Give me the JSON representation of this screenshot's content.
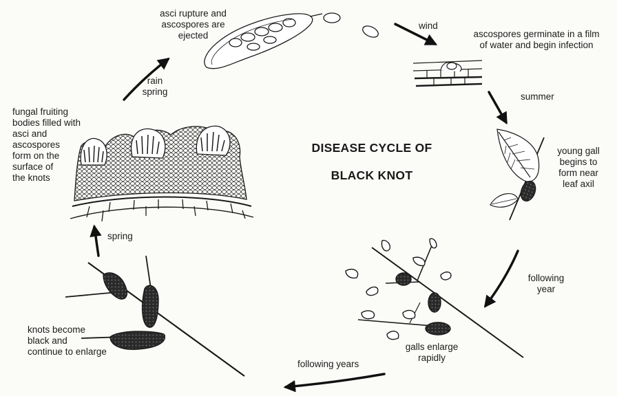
{
  "title": {
    "line1": "DISEASE CYCLE OF",
    "line2": "BLACK KNOT"
  },
  "labels": {
    "asci_rupture": "asci rupture and\nascospores are\nejected",
    "wind": "wind",
    "germinate": "ascospores germinate in a film\nof water and begin infection",
    "summer": "summer",
    "young_gall": "young gall\nbegins to\nform near\nleaf axil",
    "following_year": "following\nyear",
    "galls_enlarge": "galls enlarge\nrapidly",
    "following_years": "following years",
    "knots_black": "knots become\nblack and\ncontinue to enlarge",
    "spring": "spring",
    "fruiting_bodies": "fungal fruiting\nbodies filled with\nasci and\nascospores\nform on the\nsurface of\nthe knots",
    "rain_spring": "rain\nspring"
  },
  "colors": {
    "ink": "#1a1a1a",
    "background": "#fbfbf8",
    "gall": "#2a2a2a"
  }
}
